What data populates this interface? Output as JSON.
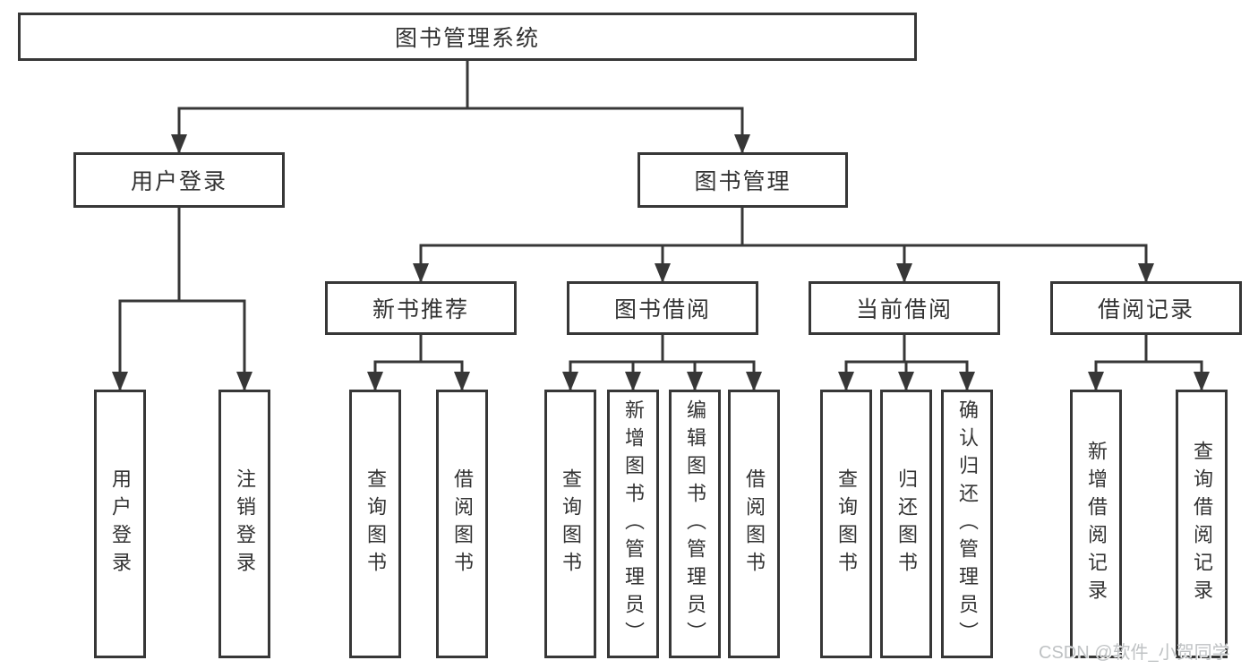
{
  "tree": {
    "label": "图书管理系统",
    "children": [
      {
        "label": "用户登录",
        "children": [
          {
            "label": "用户登录"
          },
          {
            "label": "注销登录"
          }
        ]
      },
      {
        "label": "图书管理",
        "children": [
          {
            "label": "新书推荐",
            "children": [
              {
                "label": "查询图书"
              },
              {
                "label": "借阅图书"
              }
            ]
          },
          {
            "label": "图书借阅",
            "children": [
              {
                "label": "查询图书"
              },
              {
                "label": "新增图书（管理员）"
              },
              {
                "label": "编辑图书（管理员）"
              },
              {
                "label": "借阅图书"
              }
            ]
          },
          {
            "label": "当前借阅",
            "children": [
              {
                "label": "查询图书"
              },
              {
                "label": "归还图书"
              },
              {
                "label": "确认归还（管理员）"
              }
            ]
          },
          {
            "label": "借阅记录",
            "children": [
              {
                "label": "新增借阅记录"
              },
              {
                "label": "查询借阅记录"
              }
            ]
          }
        ]
      }
    ]
  },
  "watermark": {
    "text": "CSDN @软件_小贺同学"
  },
  "colors": {
    "line": "#373737",
    "box_border": "#373737",
    "text": "#333333",
    "background": "#ffffff",
    "watermark": "#bfc2c4"
  }
}
